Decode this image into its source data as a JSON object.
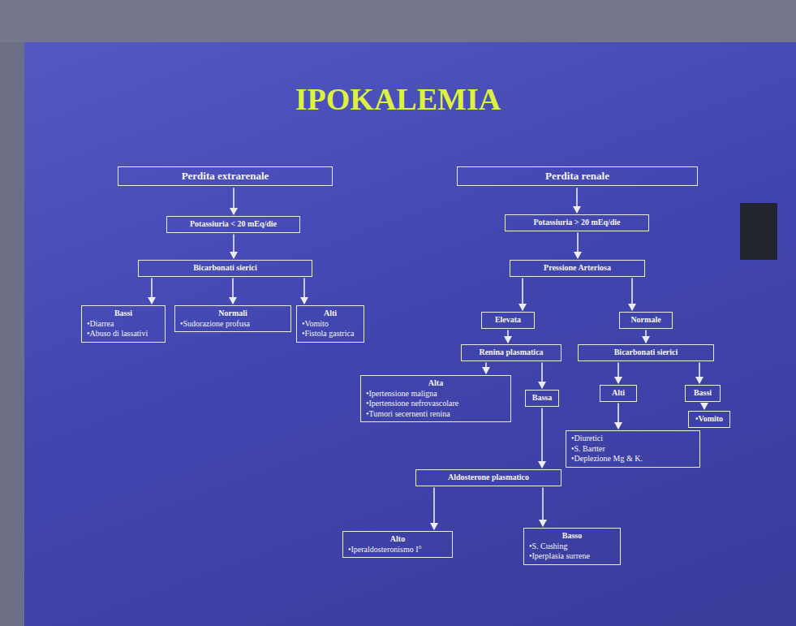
{
  "diagram": {
    "title": "IPOKALEMIA",
    "nodes": [
      {
        "text": [
          "Perdita extrarenale"
        ]
      },
      {
        "text": [
          "Perdita renale"
        ]
      },
      {
        "text": [
          "Potassiuria < 20 mEq/die"
        ]
      },
      {
        "text": [
          "Potassiuria > 20 mEq/die"
        ]
      },
      {
        "text": [
          "Bicarbonati sierici"
        ]
      },
      {
        "text": [
          "Pressione Arteriosa"
        ]
      },
      {
        "text": [
          "Bassi",
          "•Diarrea",
          "•Abuso di lassativi"
        ]
      },
      {
        "text": [
          "Normali",
          "•Sudorazione profusa"
        ]
      },
      {
        "text": [
          "Alti",
          "•Vomito",
          "•Fistola gastrica"
        ]
      },
      {
        "text": [
          "Elevata"
        ]
      },
      {
        "text": [
          "Normale"
        ]
      },
      {
        "text": [
          "Renina plasmatica"
        ]
      },
      {
        "text": [
          "Bicarbonati sierici"
        ]
      },
      {
        "text": [
          "Alta",
          "•Ipertensione maligna",
          "•Ipertensione nefrovascolare",
          "•Tumori secernenti renina"
        ]
      },
      {
        "text": [
          "Bassa"
        ]
      },
      {
        "text": [
          "Alti"
        ]
      },
      {
        "text": [
          "Bassi"
        ]
      },
      {
        "text": [
          "•Diuretici",
          "•S. Bartter",
          "•Deplezione Mg & K."
        ]
      },
      {
        "text": [
          "•Vomito"
        ]
      },
      {
        "text": [
          "Aldosterone plasmatico"
        ]
      },
      {
        "text": [
          "Alto",
          "•Iperaldosteronismo I°"
        ]
      },
      {
        "text": [
          "Basso",
          "•S. Cushing",
          "•Iperplasia surrene"
        ]
      }
    ],
    "edges": [
      {
        "from": 0,
        "to": 2,
        "arrow": "to"
      },
      {
        "from": 2,
        "to": 4,
        "arrow": "to"
      },
      {
        "from": 4,
        "to": 6,
        "arrow": "to"
      },
      {
        "from": 4,
        "to": 7,
        "arrow": "to"
      },
      {
        "from": 4,
        "to": 8,
        "arrow": "to"
      },
      {
        "from": 1,
        "to": 3,
        "arrow": "to"
      },
      {
        "from": 3,
        "to": 5,
        "arrow": "to"
      },
      {
        "from": 5,
        "to": 9,
        "arrow": "to"
      },
      {
        "from": 5,
        "to": 10,
        "arrow": "to"
      },
      {
        "from": 9,
        "to": 11,
        "arrow": "to"
      },
      {
        "from": 10,
        "to": 12,
        "arrow": "to"
      },
      {
        "from": 11,
        "to": 13,
        "arrow": "to"
      },
      {
        "from": 11,
        "to": 14,
        "arrow": "to"
      },
      {
        "from": 12,
        "to": 15,
        "arrow": "to"
      },
      {
        "from": 12,
        "to": 16,
        "arrow": "to"
      },
      {
        "from": 15,
        "to": 17,
        "arrow": "to"
      },
      {
        "from": 16,
        "to": 18,
        "arrow": "to"
      },
      {
        "from": 14,
        "to": 19,
        "arrow": "to"
      },
      {
        "from": 19,
        "to": 20,
        "arrow": "to"
      },
      {
        "from": 19,
        "to": 21,
        "arrow": "to"
      }
    ]
  }
}
